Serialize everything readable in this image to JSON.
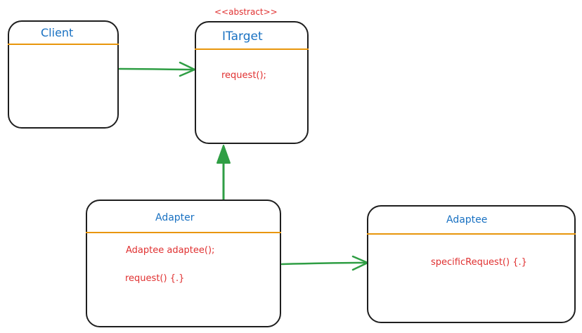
{
  "colors": {
    "stroke": "#1e1e1e",
    "divider": "#e8960c",
    "title": "#1971c2",
    "member": "#e03131",
    "arrow": "#2f9e44"
  },
  "classes": {
    "client": {
      "name": "Client",
      "members": []
    },
    "itarget": {
      "stereotype": "<<abstract>>",
      "name": "ITarget",
      "members": [
        "request();"
      ]
    },
    "adapter": {
      "name": "Adapter",
      "members": [
        "Adaptee adaptee();",
        "request() {.}"
      ]
    },
    "adaptee": {
      "name": "Adaptee",
      "members": [
        "specificRequest() {.}"
      ]
    }
  },
  "relations": [
    {
      "from": "client",
      "to": "itarget",
      "kind": "association"
    },
    {
      "from": "adapter",
      "to": "itarget",
      "kind": "inheritance"
    },
    {
      "from": "adapter",
      "to": "adaptee",
      "kind": "association"
    }
  ]
}
